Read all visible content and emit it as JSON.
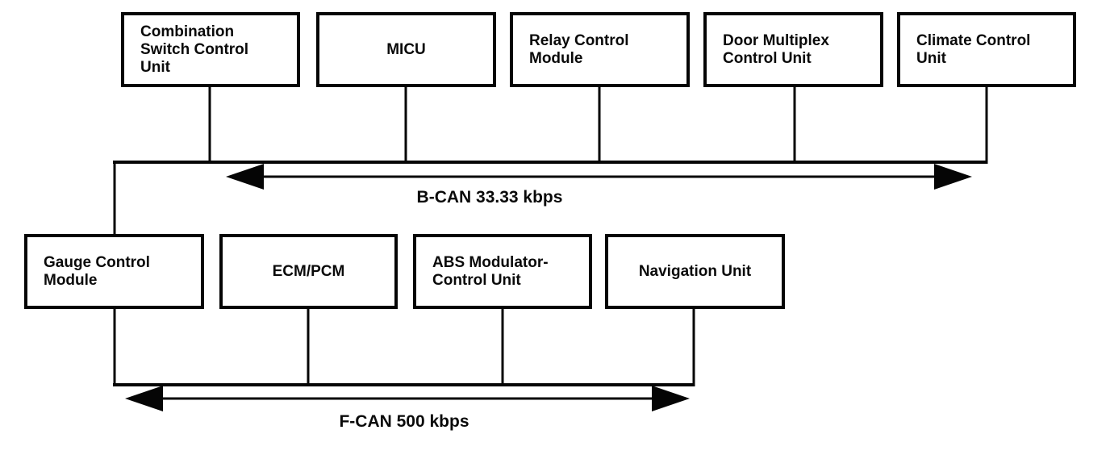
{
  "diagram": {
    "type": "vehicle-can-network",
    "colors": {
      "background": "#ffffff",
      "line": "#050505",
      "text": "#0a0a0a"
    },
    "top_nodes": [
      "Combination\nSwitch Control\nUnit",
      "MICU",
      "Relay Control\nModule",
      "Door Multiplex\nControl Unit",
      "Climate Control\nUnit"
    ],
    "bottom_nodes": [
      "Gauge Control\nModule",
      "ECM/PCM",
      "ABS Modulator-\nControl Unit",
      "Navigation Unit"
    ],
    "b_can_label": "B-CAN 33.33 kbps",
    "f_can_label": "F-CAN 500 kbps"
  }
}
